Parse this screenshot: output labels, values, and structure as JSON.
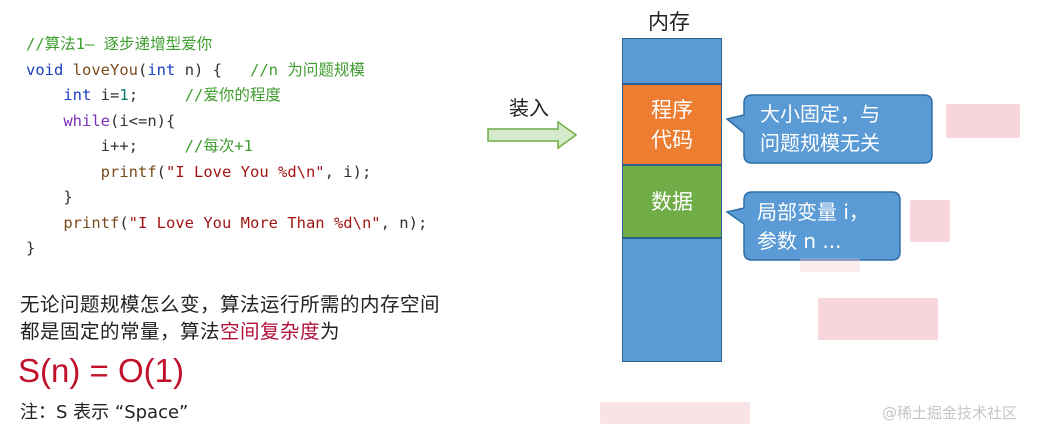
{
  "code": {
    "comment_title": "//算法1— 逐步递增型爱你",
    "kw_void": "void",
    "fn_name": "loveYou",
    "kw_int": "int",
    "param": "n) {",
    "comment_n": "//n 为问题规模",
    "kw_int2": "int",
    "i_init": "i=",
    "num_1": "1",
    "semicolon": ";",
    "comment_degree": "//爱你的程度",
    "kw_while": "while",
    "while_cond": "(i<=n){",
    "inc": "i++;",
    "comment_each": "//每次+1",
    "printf1": "printf",
    "printf1_open": "(",
    "str1": "\"I Love You %d\\n\"",
    "printf1_args": ", i);",
    "brace_close_inner": "}",
    "printf2": "printf",
    "printf2_open": "(",
    "str2": "\"I Love You More Than %d\\n\"",
    "printf2_args": ", n);",
    "brace_close_outer": "}"
  },
  "description": {
    "line1": "无论问题规模怎么变，算法运行所需的内存空间",
    "line2_before": "都是固定的常量，算法",
    "line2_highlight": "空间复杂度",
    "line2_after": "为"
  },
  "formula": "S(n) = O(1)",
  "note": "注：S 表示 “Space”",
  "diagram": {
    "arrow_label": "装入",
    "memory_title": "内存",
    "block_code_line1": "程序",
    "block_code_line2": "代码",
    "block_data": "数据",
    "callout1": "大小固定，与\n问题规模无关",
    "callout2": "局部变量 i，\n参数 n ..."
  },
  "watermark": "@稀土掘金技术社区",
  "colors": {
    "memory_blue": "#5b9bd5",
    "code_orange": "#ed7d31",
    "data_green": "#70ad47",
    "highlight_red": "#c0102a"
  }
}
